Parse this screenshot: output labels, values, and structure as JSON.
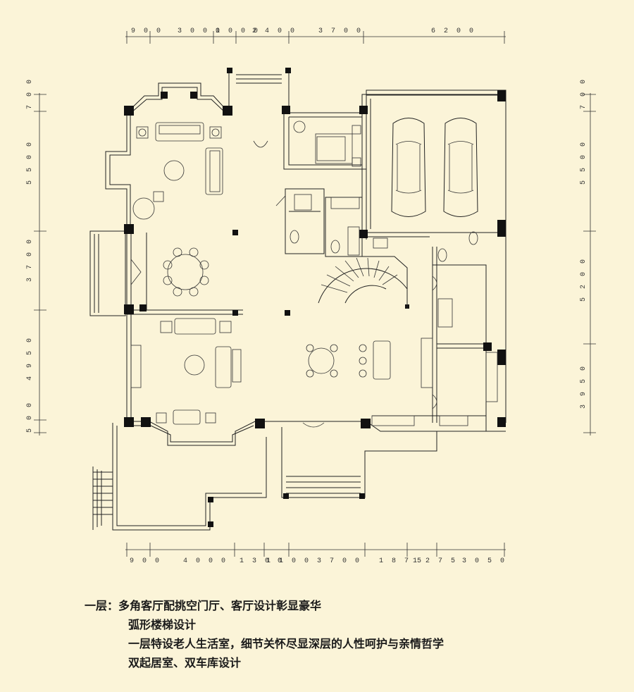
{
  "dimensions": {
    "top": [
      "9 0 0",
      "3 0 0 0",
      "1 0 0 0",
      "2 4 0 0",
      "3 7 0 0",
      "6 2 0 0"
    ],
    "bottom": [
      "9 0 0",
      "4 0 0 0",
      "1 3 0 0",
      "1 1 0 0",
      "3 7 0 0",
      "1 8 7 5",
      "1 2 7 5",
      "3 0 5 0"
    ],
    "left": [
      "7 0 0",
      "5 5 0 0",
      "3 7 0 0",
      "4 9 5 0",
      "5 0 0"
    ],
    "right": [
      "7 0 0",
      "5 5 0 0",
      "5 2 0 0",
      "3 9 5 0"
    ]
  },
  "caption": {
    "line1": "一层：多角客厅配挑空门厅、客厅设计彰显豪华",
    "line2": "弧形楼梯设计",
    "line3": "一层特设老人生活室，细节关怀尽显深层的人性呵护与亲情哲学",
    "line4": "双起居室、双车库设计"
  }
}
